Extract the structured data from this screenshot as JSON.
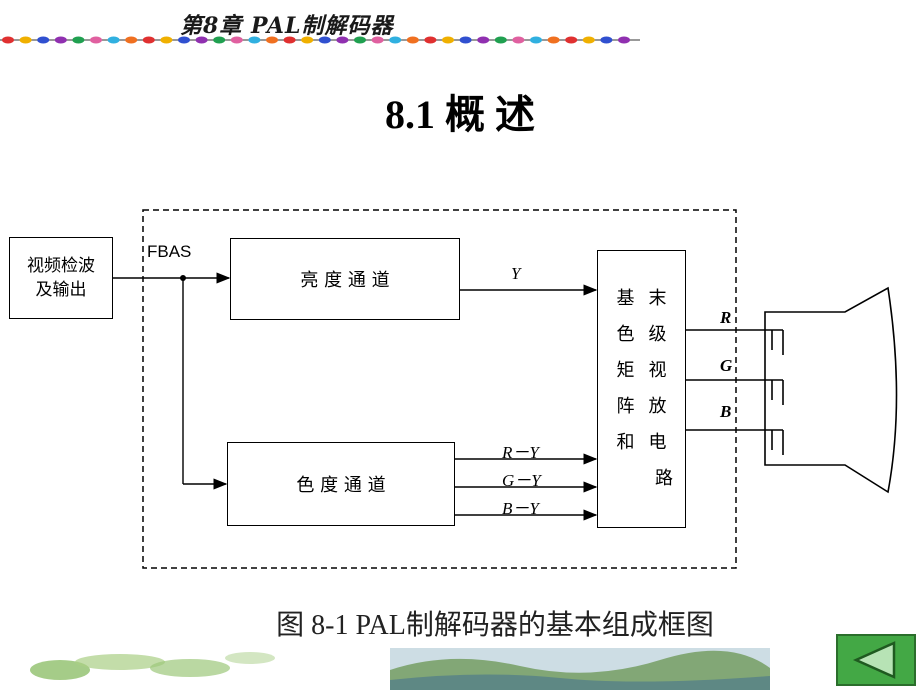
{
  "header": {
    "chapter": "第8章   PAL制解码器"
  },
  "slide": {
    "title": "8.1  概 述",
    "caption": "图 8-1 PAL制解码器的基本组成框图"
  },
  "diagram": {
    "blocks": {
      "detector": "视频检波\n及输出",
      "luma": "亮 度 通 道",
      "chroma": "色 度 通 道",
      "matrix": [
        "基末",
        "色级",
        "矩视",
        "阵放",
        "和电",
        "路"
      ]
    },
    "signals": {
      "fbas": "FBAS",
      "y": "Y",
      "r_y": "R－Y",
      "g_y": "G－Y",
      "b_y": "B－Y",
      "r": "R",
      "g": "G",
      "b": "B"
    }
  },
  "nav": {
    "back_icon": "triangle-left-icon",
    "color": "#43a845"
  },
  "colors": {
    "dot_palette": [
      "#e03030",
      "#f0b000",
      "#3050d0",
      "#9030b0",
      "#20a050",
      "#e060a0",
      "#30b0e0",
      "#f07020"
    ]
  }
}
